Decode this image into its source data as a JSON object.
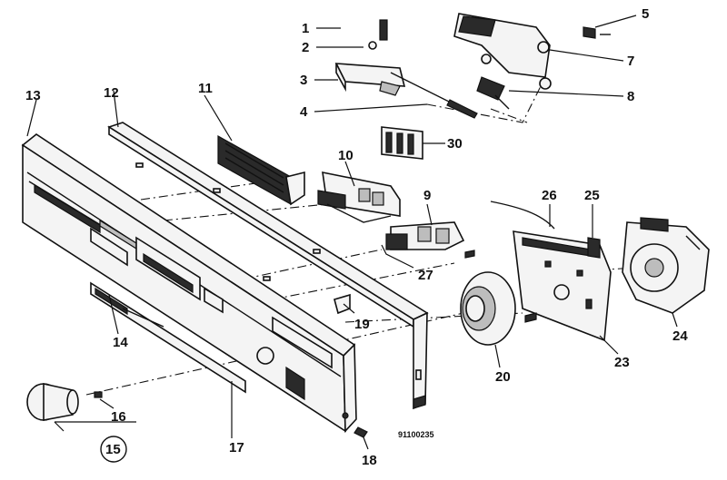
{
  "labels": {
    "l1": "1",
    "l2": "2",
    "l3": "3",
    "l4": "4",
    "l5": "5",
    "l7": "7",
    "l8": "8",
    "l9": "9",
    "l10": "10",
    "l11": "11",
    "l12": "12",
    "l13": "13",
    "l14": "14",
    "l15": "15",
    "l16": "16",
    "l17": "17",
    "l18": "18",
    "l19": "19",
    "l20": "20",
    "l23": "23",
    "l24": "24",
    "l25": "25",
    "l26": "26",
    "l27": "27",
    "l30": "30"
  },
  "drawing_code": "91100235"
}
